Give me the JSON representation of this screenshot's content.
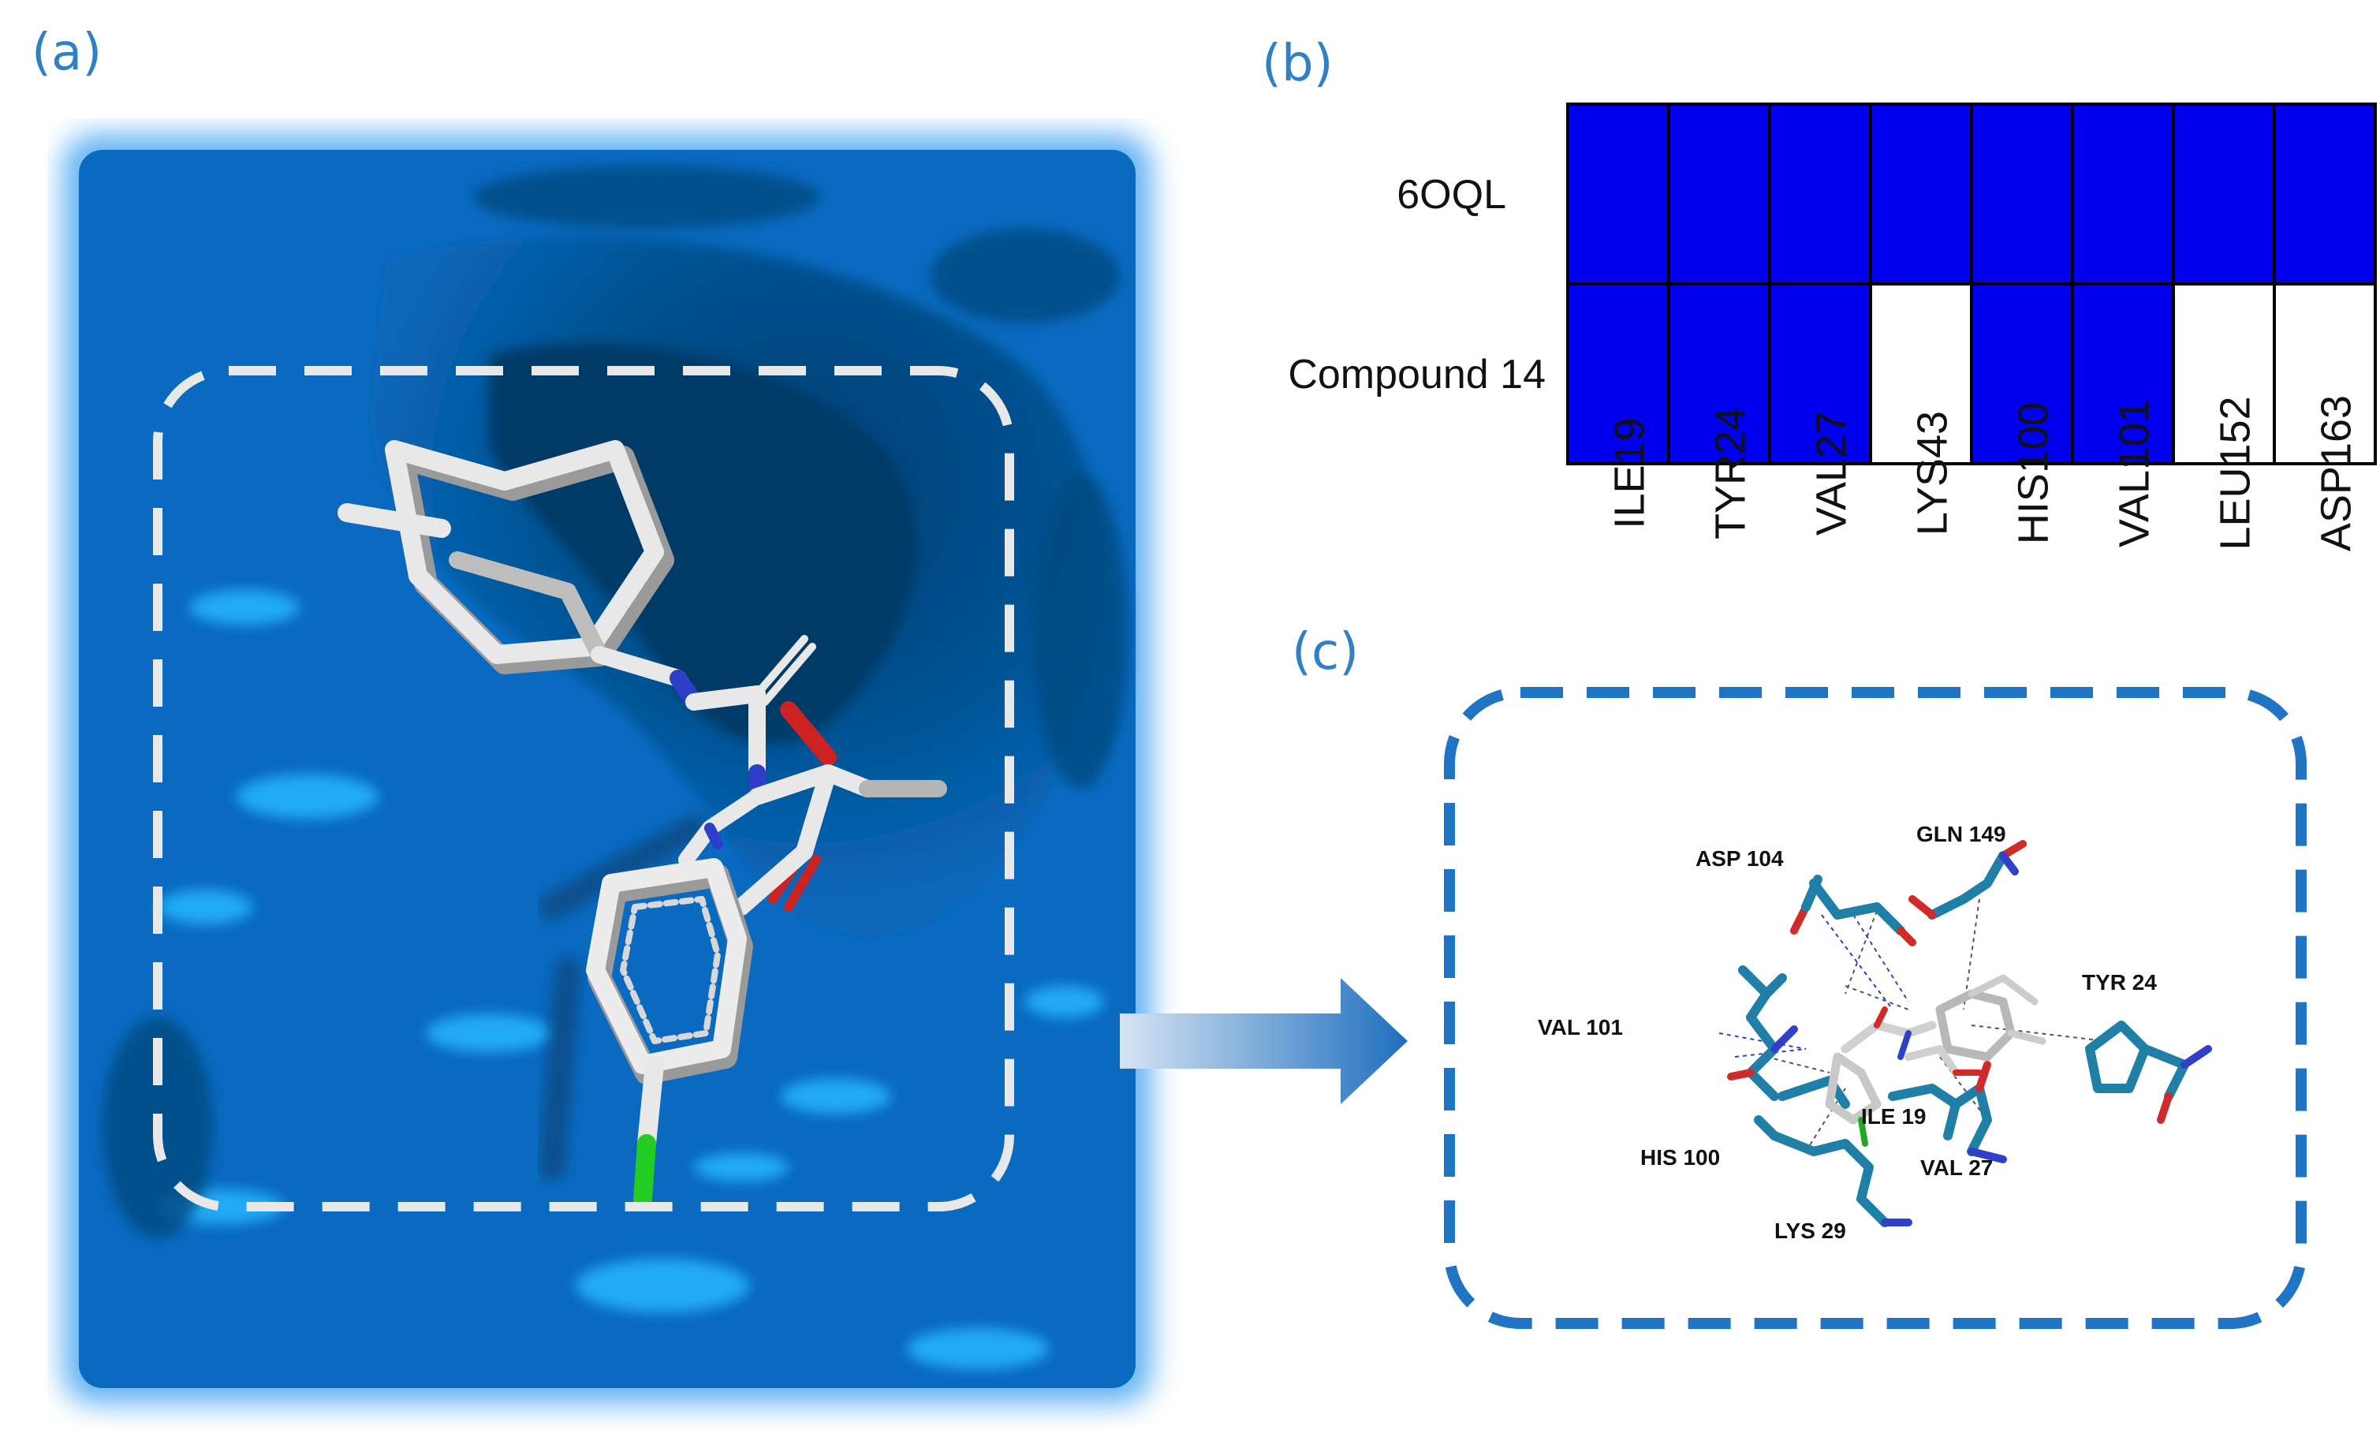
{
  "panels": {
    "a": "(a)",
    "b": "(b)",
    "c": "(c)"
  },
  "chart_data": {
    "type": "heatmap",
    "rows": [
      "6OQL",
      "Compound 14"
    ],
    "columns": [
      "ILE19",
      "TYR24",
      "VAL27",
      "LYS43",
      "HIS100",
      "VAL101",
      "LEU152",
      "ASP163"
    ],
    "values": [
      [
        1,
        1,
        1,
        1,
        1,
        1,
        1,
        1
      ],
      [
        1,
        1,
        1,
        0,
        1,
        1,
        0,
        0
      ]
    ],
    "colors": {
      "present": "#0000ee",
      "absent": "#ffffff"
    }
  },
  "interaction_labels": {
    "asp104": "ASP 104",
    "gln149": "GLN 149",
    "tyr24": "TYR 24",
    "val101": "VAL 101",
    "ile19": "ILE 19",
    "his100": "HIS 100",
    "val27": "VAL 27",
    "lys29": "LYS 29"
  },
  "colors": {
    "accent": "#2f80c4",
    "surface": "#0a66b8",
    "residue": "#1f7fa6",
    "ligand": "#e6e6e6"
  }
}
